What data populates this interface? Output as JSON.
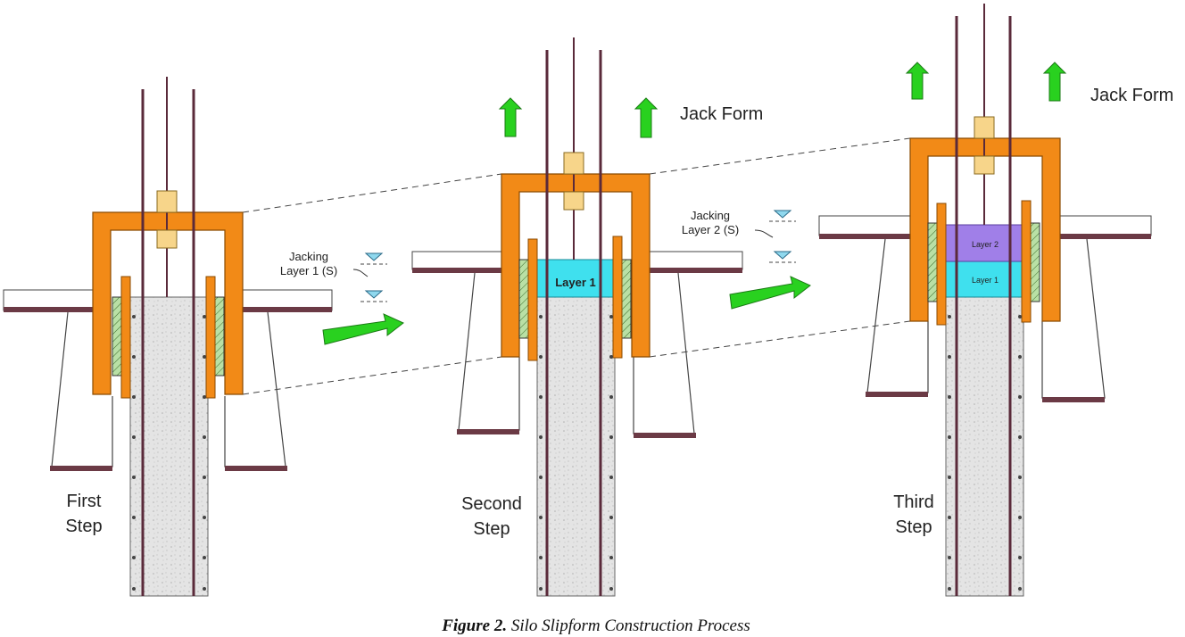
{
  "labels": {
    "jack_form": "Jack Form",
    "jack_form_2": "Jack Form",
    "jacking_1": "Jacking",
    "layer_1_s": "Layer 1 (S)",
    "jacking_2": "Jacking",
    "layer_2_s": "Layer 2 (S)",
    "first": "First",
    "second": "Second",
    "third": "Third",
    "step": "Step",
    "layer1_box": "Layer 1",
    "layer1_small": "Layer 1",
    "layer2_small": "Layer 2"
  },
  "caption": {
    "prefix": "Figure 2.",
    "text": " Silo Slipform Construction Process"
  },
  "colors": {
    "form": "#f28a17",
    "form_stroke": "#8a4a00",
    "concrete": "#e5e5e5",
    "rod": "#5a2a3a",
    "jack": "#f7d58a",
    "layer1": "#3fe0ee",
    "layer2": "#a07fe8",
    "arrow": "#29d11f",
    "wall": "#b9e0a5",
    "platform": "#6b3a45",
    "level_marker": "#8fd8ee"
  }
}
